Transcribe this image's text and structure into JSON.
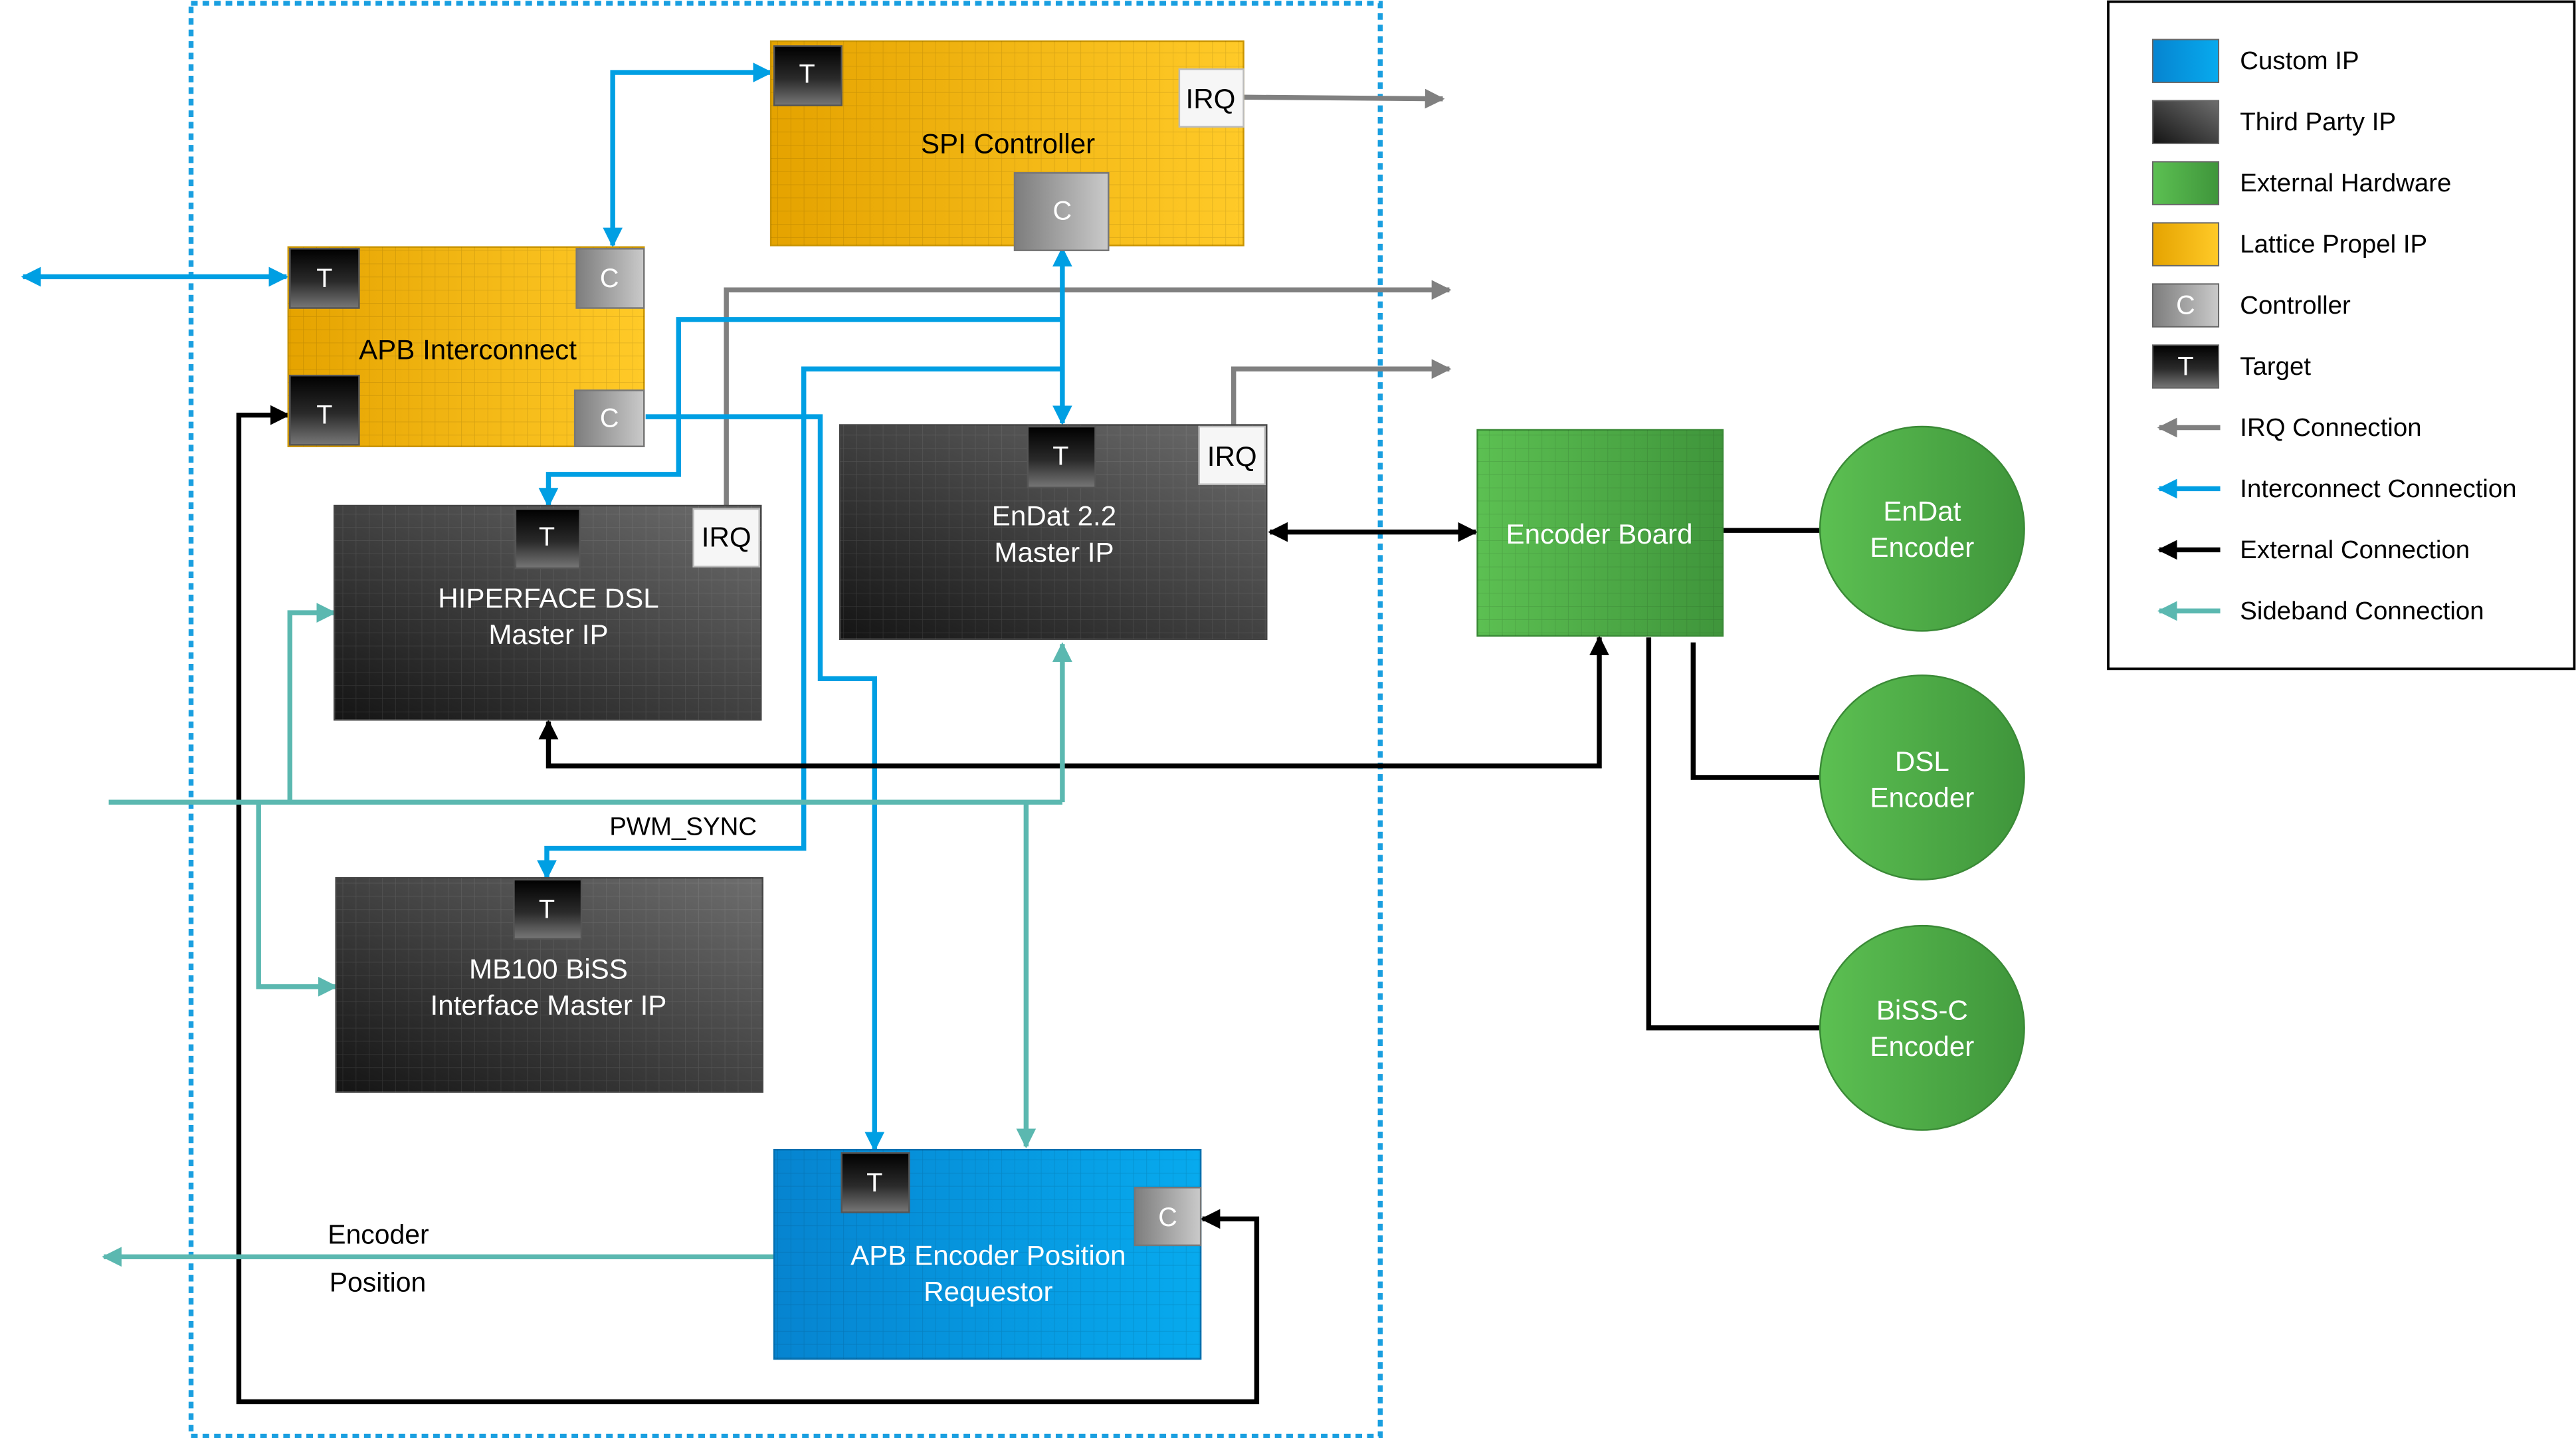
{
  "colors": {
    "custom_ip": "#0a9be0",
    "third_party": "#3a3a3a",
    "external_hw": "#4aae48",
    "lattice": "#f2b414",
    "controller": "#a6a6a6",
    "target": "#1a1a1a",
    "irq": "#808080",
    "interconnect": "#009fe3",
    "external": "#000000",
    "sideband": "#5bb8b0",
    "boundary": "#1a9fe0"
  },
  "blocks": {
    "spi": {
      "label": "SPI Controller",
      "type": "Lattice Propel IP"
    },
    "apb": {
      "label": "APB Interconnect",
      "type": "Lattice Propel IP"
    },
    "hiperface": {
      "line1": "HIPERFACE DSL",
      "line2": "Master IP",
      "type": "Third Party IP"
    },
    "endat": {
      "line1": "EnDat 2.2",
      "line2": "Master IP",
      "type": "Third Party IP"
    },
    "mb100": {
      "line1": "MB100 BiSS",
      "line2": "Interface Master IP",
      "type": "Third Party IP"
    },
    "requestor": {
      "line1": "APB Encoder Position",
      "line2": "Requestor",
      "type": "Custom IP"
    },
    "encoder_board": {
      "label": "Encoder Board",
      "type": "External Hardware"
    }
  },
  "encoders": [
    {
      "line1": "EnDat",
      "line2": "Encoder"
    },
    {
      "line1": "DSL",
      "line2": "Encoder"
    },
    {
      "line1": "BiSS-C",
      "line2": "Encoder"
    }
  ],
  "ports": {
    "target": "T",
    "controller": "C",
    "irq": "IRQ"
  },
  "signals": {
    "pwm_sync": "PWM_SYNC",
    "encoder_position_1": "Encoder",
    "encoder_position_2": "Position"
  },
  "legend": {
    "items": [
      {
        "label": "Custom IP",
        "kind": "custom"
      },
      {
        "label": "Third Party IP",
        "kind": "thirdparty"
      },
      {
        "label": "External Hardware",
        "kind": "hw"
      },
      {
        "label": "Lattice Propel IP",
        "kind": "lattice"
      },
      {
        "label": "Controller",
        "kind": "controller",
        "glyph": "C"
      },
      {
        "label": "Target",
        "kind": "target",
        "glyph": "T"
      },
      {
        "label": "IRQ Connection",
        "kind": "irq-line"
      },
      {
        "label": "Interconnect Connection",
        "kind": "interconnect-line"
      },
      {
        "label": "External Connection",
        "kind": "external-line"
      },
      {
        "label": "Sideband Connection",
        "kind": "sideband-line"
      }
    ]
  }
}
